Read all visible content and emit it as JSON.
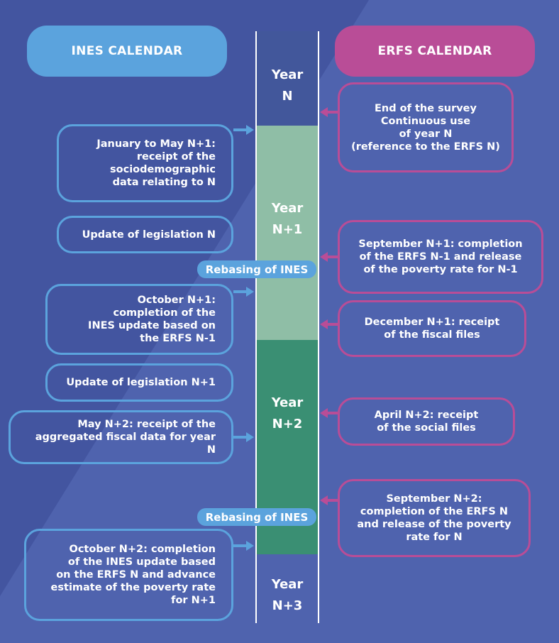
{
  "colors": {
    "background": "#4355a0",
    "background_light": "#4f63ae",
    "ines_blue": "#5ba3dd",
    "erfs_magenta": "#b94d97",
    "band_year_n": "#42579b",
    "band_year_n1": "#8fbea6",
    "band_year_n2": "#3a8f73",
    "rebase_pill": "#5ba3dd"
  },
  "headers": {
    "ines": "INES CALENDAR",
    "erfs": "ERFS CALENDAR"
  },
  "years": {
    "n": "Year\nN",
    "n1": "Year\nN+1",
    "n2": "Year\nN+2",
    "n3": "Year\nN+3"
  },
  "rebasing_label": "Rebasing of INES",
  "ines_events": [
    "January to May N+1:\nreceipt of the\nsociodemographic\ndata relating to N",
    "Update of legislation N",
    "October N+1:\ncompletion of the\nINES update based on\nthe ERFS N-1",
    "Update of legislation N+1",
    "May N+2: receipt of the\naggregated fiscal data for year N",
    "October N+2: completion\nof the INES update based\non the ERFS N and advance\nestimate of the poverty rate\nfor N+1"
  ],
  "erfs_events": [
    "End of the survey\nContinuous use\nof year N\n(reference to the ERFS N)",
    "September N+1: completion\nof the ERFS N-1 and release\nof the poverty rate for N-1",
    "December N+1: receipt\nof the fiscal files",
    "April N+2: receipt\nof the social files",
    "September N+2:\ncompletion of the ERFS N\nand release of the poverty\nrate for N"
  ]
}
